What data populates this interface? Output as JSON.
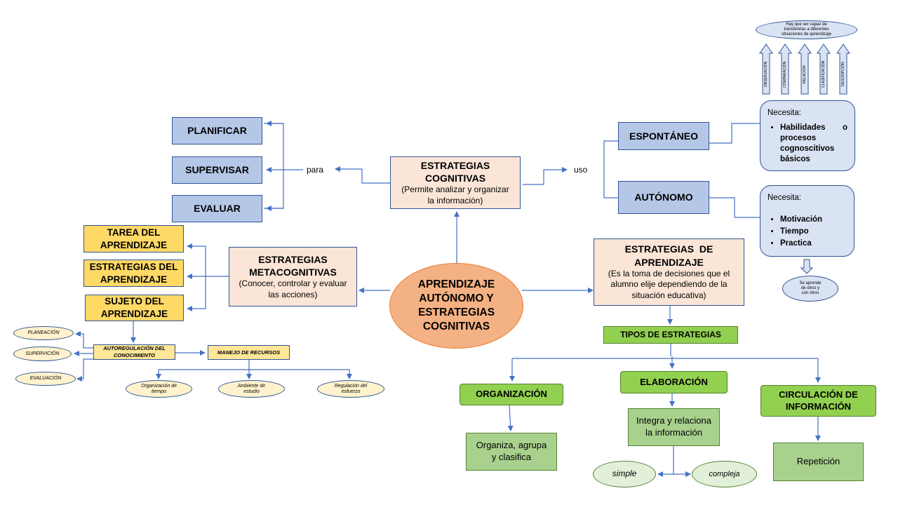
{
  "center": {
    "line1": "APRENDIZAJE",
    "line2": "AUTÓNOMO Y",
    "line3": "ESTRATEGIAS",
    "line4": "COGNITIVAS"
  },
  "cognitivas": {
    "title1": "ESTRATEGIAS",
    "title2": "COGNITIVAS",
    "desc1": "(Permite analizar y organizar",
    "desc2": "la información)"
  },
  "para_label": "para",
  "uso_label": "uso",
  "left_actions": [
    "PLANIFICAR",
    "SUPERVISAR",
    "EVALUAR"
  ],
  "metacognitivas": {
    "title1": "ESTRATEGIAS",
    "title2": "METACOGNITIVAS",
    "desc1": "(Conocer, controlar y evaluar",
    "desc2": "las acciones)"
  },
  "yellow_boxes": [
    {
      "l1": "TAREA DEL",
      "l2": "APRENDIZAJE"
    },
    {
      "l1": "ESTRATEGIAS DEL",
      "l2": "APRENDIZAJE"
    },
    {
      "l1": "SUJETO DEL",
      "l2": "APRENDIZAJE"
    }
  ],
  "autorregulacion": {
    "l1": "AUTOREGULACIÓN DEL",
    "l2": "CONOCIMIENTO"
  },
  "manejo": "MANEJO DE RECURSOS",
  "auto_items": [
    "PLANEACIÓN",
    "SUPERVICIÓN",
    "EVALUACIÓN"
  ],
  "recursos_items": [
    {
      "l1": "Organización de",
      "l2": "tiempo"
    },
    {
      "l1": "Ambiente de",
      "l2": "estudio"
    },
    {
      "l1": "Regulación del",
      "l2": "esfuerzo"
    }
  ],
  "espontaneo": "ESPONTÁNEO",
  "autonomo": "AUTÓNOMO",
  "necesita1": {
    "label": "Necesita:",
    "items": [
      "Habilidades o procesos cognoscitivos básicos"
    ]
  },
  "necesita2": {
    "label": "Necesita:",
    "items": [
      "Motivación",
      "Tiempo",
      "Practica"
    ]
  },
  "skills": [
    "OBSERVACIÓN",
    "COMPARACIÓN",
    "RELACIÓN",
    "CLASIFICACIÓN",
    "DESCRIPCIÓN"
  ],
  "top_oval": {
    "l1": "Hay que ser capaz de",
    "l2": "transferirlas a diferentes",
    "l3": "situaciones de aprendizaje"
  },
  "bottom_oval": {
    "l1": "Se aprende",
    "l2": "de otros y",
    "l3": "con otros"
  },
  "aprendizaje": {
    "title1": "ESTRATEGIAS  DE",
    "title2": "APRENDIZAJE",
    "desc1": "(Es la toma de decisiones que el",
    "desc2": "alumno elije dependiendo de la",
    "desc3": "situación educativa)"
  },
  "tipos": "TIPOS DE ESTRATEGIAS",
  "organizacion": {
    "title": "ORGANIZACIÓN",
    "desc1": "Organiza, agrupa",
    "desc2": "y clasifica"
  },
  "elaboracion": {
    "title": "ELABORACIÓN",
    "desc1": "Integra y relaciona",
    "desc2": "la información",
    "simple": "simple",
    "compleja": "compleja"
  },
  "circulacion": {
    "title1": "CIRCULACIÓN DE",
    "title2": "INFORMACIÓN",
    "desc": "Repetición"
  },
  "colors": {
    "blue_fill": "#b4c7e7",
    "line": "#4472c4",
    "peach": "#fbe5d6",
    "yellow": "#ffd966",
    "green": "#92d050",
    "center": "#f4b183"
  }
}
